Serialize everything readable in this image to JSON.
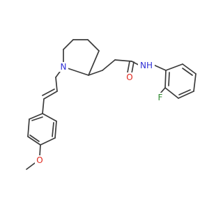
{
  "colors": {
    "bond": "#3b3b3b",
    "nitrogen": "#2f2fd6",
    "oxygen": "#e0251b",
    "fluorine": "#2e8b2e",
    "background": "#ffffff"
  },
  "atoms": {
    "piperidine_n": {
      "text": "N",
      "element": "nitrogen"
    },
    "amide_nh": {
      "text": "NH",
      "element": "nitrogen"
    },
    "carbonyl_o": {
      "text": "O",
      "element": "oxygen"
    },
    "methoxy_o": {
      "text": "O",
      "element": "oxygen"
    },
    "fluorine": {
      "text": "F",
      "element": "fluorine"
    }
  }
}
